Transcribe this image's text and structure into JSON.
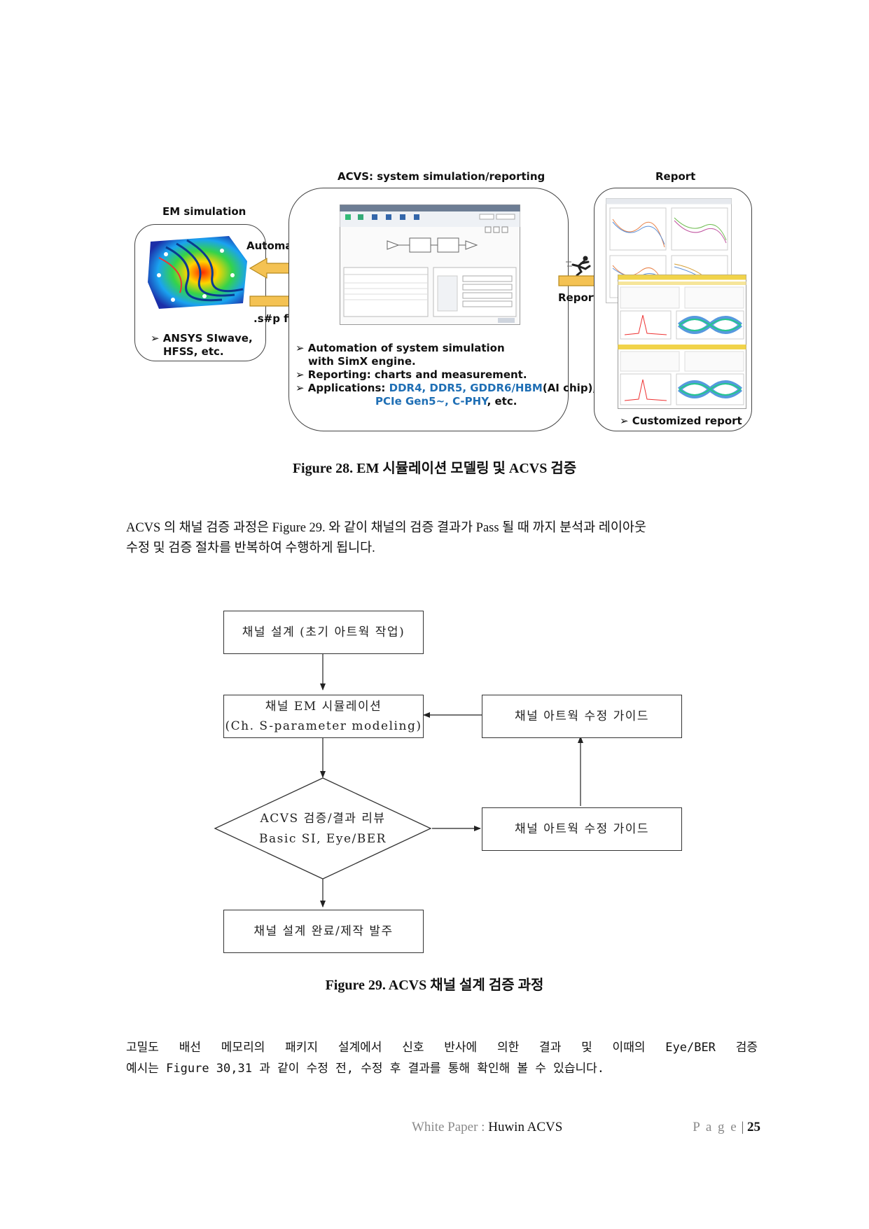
{
  "fig28": {
    "em_title": "EM simulation",
    "em_bullet_1": "ANSYS SIwave,",
    "em_bullet_2": "HFSS, etc.",
    "automation": "Automation",
    "sp_files": ".s#p files",
    "acvs_title": "ACVS: system simulation/reporting",
    "bullets": [
      {
        "text": "Automation of system simulation"
      },
      {
        "text": "with SimX engine."
      },
      {
        "text": "Reporting: charts and measurement."
      },
      {
        "prefix": "Applications: ",
        "blue1": "DDR4, DDR5, GDDR6/HBM",
        "suffix1": "(AI chip),"
      },
      {
        "blue2": "PCIe Gen5~, C-PHY",
        "suffix2": ", etc."
      }
    ],
    "app_prefix": "Applications: ",
    "app_blue1": "DDR4, DDR5, GDDR6/HBM",
    "app_suffix1": "(AI chip),",
    "app_blue2": "PCIe Gen5~, C-PHY",
    "app_suffix2": ", etc.",
    "reporting": "Reporting",
    "report_title": "Report",
    "report_bullet": "Customized report",
    "caption": "Figure 28. EM 시뮬레이션 모델링 및 ACVS 검증"
  },
  "para1": {
    "line1": "ACVS 의 채널 검증 과정은 Figure 29. 와 같이 채널의 검증 결과가 Pass 될 때 까지 분석과 레이아웃",
    "line2": "수정 및 검증 절차를 반복하여 수행하게 됩니다."
  },
  "fig29": {
    "box1": "채널 설계 (초기 아트웍 작업)",
    "box2_line1": "채널 EM 시뮬레이션",
    "box2_line2": "(Ch. S-parameter modeling)",
    "diamond_line1": "ACVS 검증/결과 리뷰",
    "diamond_line2": "Basic SI, Eye/BER",
    "guide_top": "채널 아트웍 수정 가이드",
    "guide_bottom": "채널 아트웍 수정 가이드",
    "box_end": "채널 설계 완료/제작 발주",
    "caption": "Figure 29. ACVS 채널 설계 검증 과정"
  },
  "para2": {
    "line1": "고밀도 배선 메모리의 패키지 설계에서 신호 반사에 의한 결과 및 이때의 Eye/BER 검증",
    "line2": "예시는 Figure 30,31 과 같이 수정 전, 수정 후 결과를 통해 확인해 볼 수 있습니다."
  },
  "footer": {
    "doc_label": "White Paper : ",
    "doc_name": "Huwin ACVS",
    "page_label": "P a g e",
    "page_sep": " | ",
    "page_num": "25"
  },
  "colors": {
    "arrow_fill": "#f4c253",
    "arrow_stroke": "#b68a1e",
    "blue": "#1f6fb5"
  }
}
